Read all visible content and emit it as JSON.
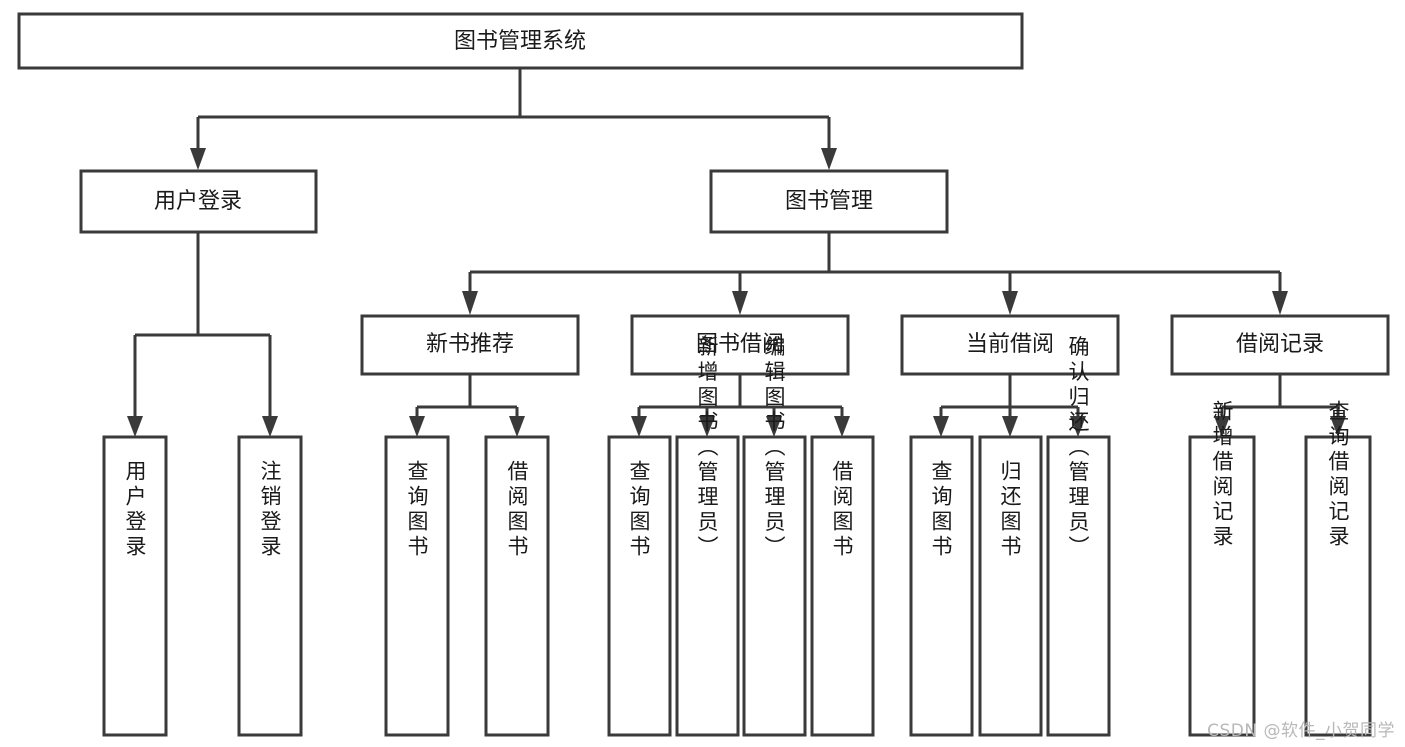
{
  "diagram": {
    "type": "tree-hierarchy",
    "title": "图书管理系统",
    "orientation": "top-down",
    "colors": {
      "box_fill": "#ffffff",
      "box_stroke": "#3a3a3a",
      "text": "#1a1a1a",
      "background": "#ffffff",
      "watermark": "#b8b8b8"
    },
    "root": {
      "label": "图书管理系统"
    },
    "level2": [
      {
        "label": "用户登录"
      },
      {
        "label": "图书管理"
      }
    ],
    "level3": [
      {
        "label": "新书推荐"
      },
      {
        "label": "图书借阅"
      },
      {
        "label": "当前借阅"
      },
      {
        "label": "借阅记录"
      }
    ],
    "leaves": {
      "user_login": [
        {
          "label": "用户登录"
        },
        {
          "label": "注销登录"
        }
      ],
      "new_book_recommend": [
        {
          "label": "查询图书"
        },
        {
          "label": "借阅图书"
        }
      ],
      "book_borrow": [
        {
          "label": "查询图书"
        },
        {
          "label": "新增图书（管理员）"
        },
        {
          "label": "编辑图书（管理员）"
        },
        {
          "label": "借阅图书"
        }
      ],
      "current_borrow": [
        {
          "label": "查询图书"
        },
        {
          "label": "归还图书"
        },
        {
          "label": "确认归还（管理员）"
        }
      ],
      "borrow_record": [
        {
          "label": "新增借阅记录"
        },
        {
          "label": "查询借阅记录"
        }
      ]
    }
  },
  "watermark": {
    "text": "CSDN @软件_小贺同学"
  }
}
